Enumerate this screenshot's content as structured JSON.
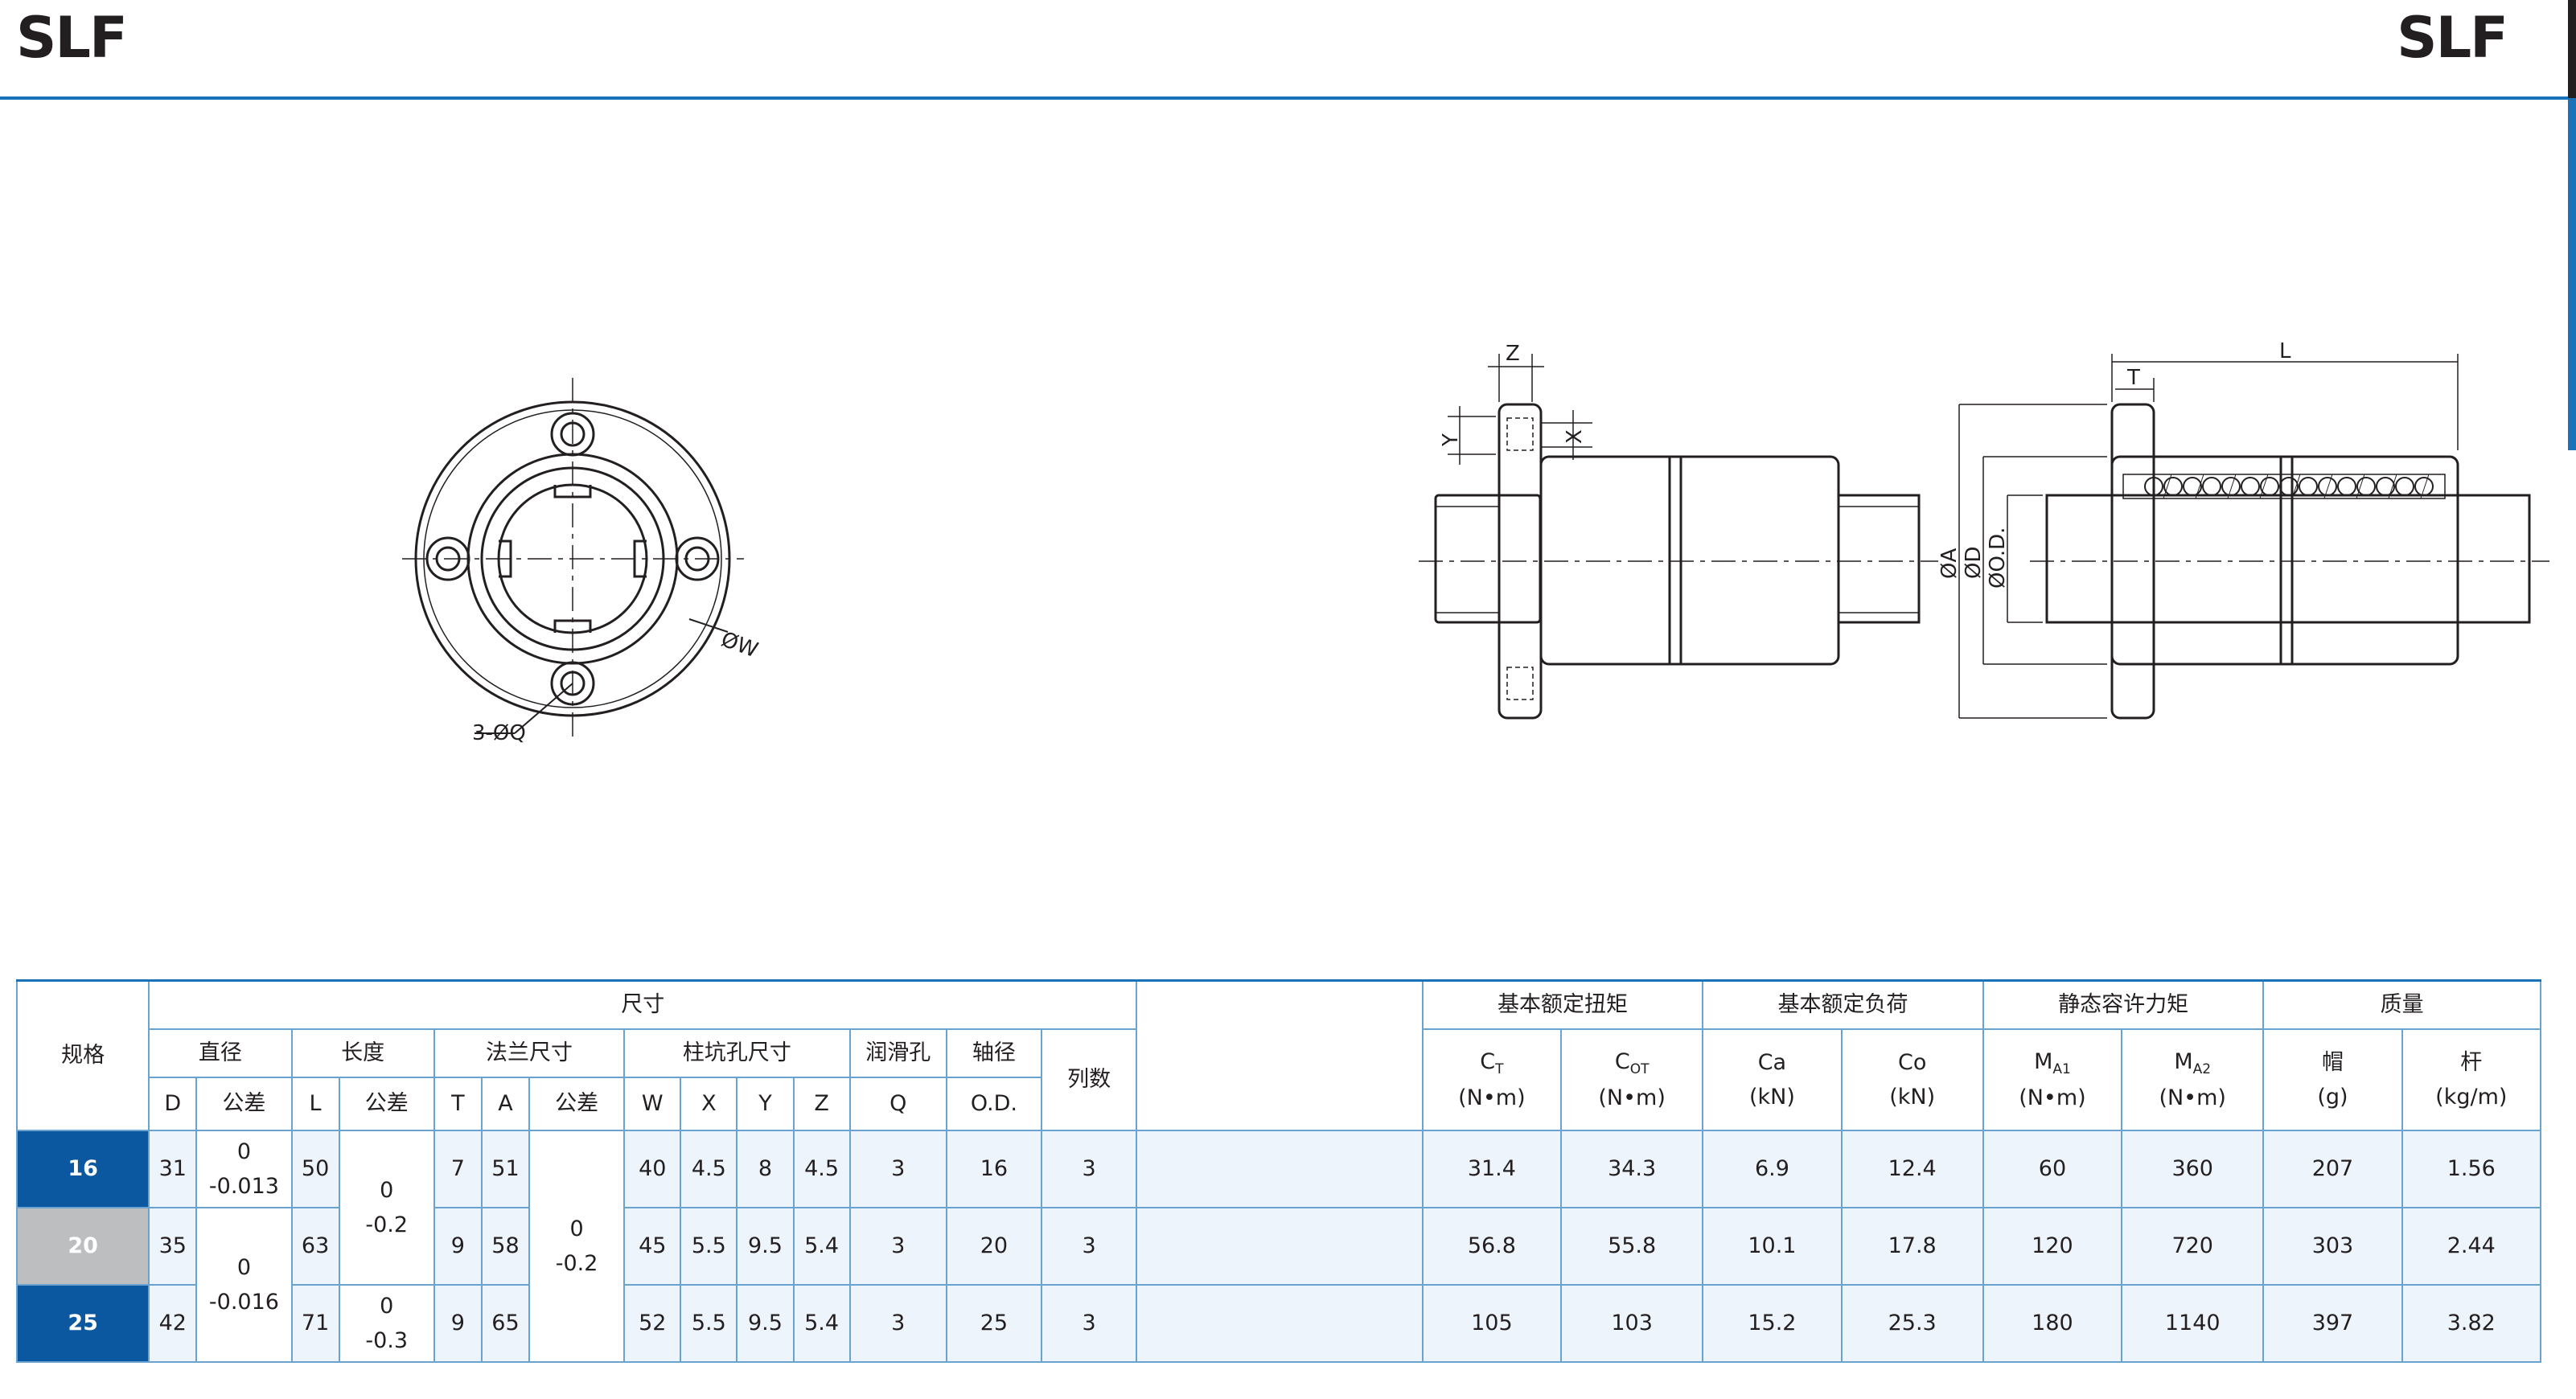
{
  "header": {
    "title_left": "SLF",
    "title_right": "SLF"
  },
  "drawing_labels": {
    "front": {
      "w": "ØW",
      "q": "3-ØQ"
    },
    "side": {
      "z": "Z",
      "y": "Y",
      "x": "X"
    },
    "section": {
      "l": "L",
      "t": "T",
      "a": "ØA",
      "d": "ØD",
      "od": "ØO.D."
    }
  },
  "table": {
    "model_header": "规格",
    "dimensions_header": "尺寸",
    "groups": {
      "diameter": "直径",
      "length": "长度",
      "flange": "法兰尺寸",
      "counterbore": "柱坑孔尺寸",
      "lube": "润滑孔",
      "shaft": "轴径",
      "rows": "列数",
      "torque": "基本额定扭矩",
      "load": "基本额定负荷",
      "moment": "静态容许力矩",
      "mass": "质量"
    },
    "cols": {
      "d": "D",
      "tol": "公差",
      "l": "L",
      "t": "T",
      "a": "A",
      "w": "W",
      "x": "X",
      "y": "Y",
      "z": "Z",
      "q": "Q",
      "od": "O.D.",
      "ct_main": "C",
      "ct_sub": "T",
      "cot_main": "C",
      "cot_sub": "OT",
      "ca": "Ca",
      "co": "Co",
      "ma1_main": "M",
      "ma1_sub": "A1",
      "ma2_main": "M",
      "ma2_sub": "A2",
      "cap": "帽",
      "rod": "杆"
    },
    "units": {
      "nm": "(N•m)",
      "kn": "(kN)",
      "g": "(g)",
      "kgm": "(kg/m)"
    },
    "tolerances": {
      "d_a": [
        "0",
        "-0.013"
      ],
      "d_b": [
        "0",
        "-0.016"
      ],
      "l_a": [
        "0",
        "-0.2"
      ],
      "l_b": [
        "0",
        "-0.3"
      ],
      "flange": [
        "0",
        "-0.2"
      ]
    },
    "rows": [
      {
        "model": "16",
        "D": "31",
        "L": "50",
        "T": "7",
        "A": "51",
        "W": "40",
        "X": "4.5",
        "Y": "8",
        "Z": "4.5",
        "Q": "3",
        "OD": "16",
        "rows": "3",
        "Ct": "31.4",
        "Cot": "34.3",
        "Ca": "6.9",
        "Co": "12.4",
        "Ma1": "60",
        "Ma2": "360",
        "cap": "207",
        "rod": "1.56"
      },
      {
        "model": "20",
        "D": "35",
        "L": "63",
        "T": "9",
        "A": "58",
        "W": "45",
        "X": "5.5",
        "Y": "9.5",
        "Z": "5.4",
        "Q": "3",
        "OD": "20",
        "rows": "3",
        "Ct": "56.8",
        "Cot": "55.8",
        "Ca": "10.1",
        "Co": "17.8",
        "Ma1": "120",
        "Ma2": "720",
        "cap": "303",
        "rod": "2.44"
      },
      {
        "model": "25",
        "D": "42",
        "L": "71",
        "T": "9",
        "A": "65",
        "W": "52",
        "X": "5.5",
        "Y": "9.5",
        "Z": "5.4",
        "Q": "3",
        "OD": "25",
        "rows": "3",
        "Ct": "105",
        "Cot": "103",
        "Ca": "15.2",
        "Co": "25.3",
        "Ma1": "180",
        "Ma2": "1140",
        "cap": "397",
        "rod": "3.82"
      }
    ]
  }
}
